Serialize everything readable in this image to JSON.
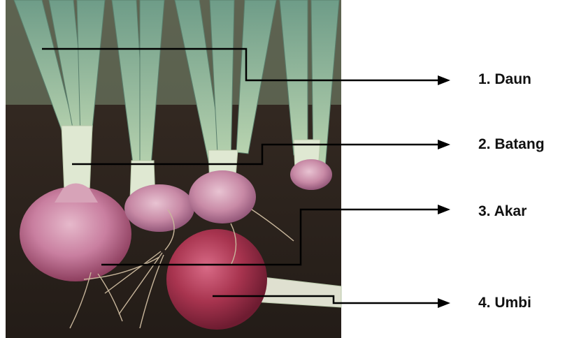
{
  "labels": [
    {
      "number": "1.",
      "name": "Daun",
      "text": "1. Daun"
    },
    {
      "number": "2.",
      "name": "Batang",
      "text": "2. Batang"
    },
    {
      "number": "3.",
      "name": "Akar",
      "text": "3. Akar"
    },
    {
      "number": "4.",
      "name": "Umbi",
      "text": "4. Umbi"
    }
  ],
  "colors": {
    "soil": "#2b231e",
    "leaf": "#8fb89a",
    "stem": "#dfe8d2",
    "bulb_outer": "#c97fa0",
    "bulb_main": "#a8344f",
    "root": "#c9b79c",
    "line": "#000000",
    "text": "#111111"
  }
}
